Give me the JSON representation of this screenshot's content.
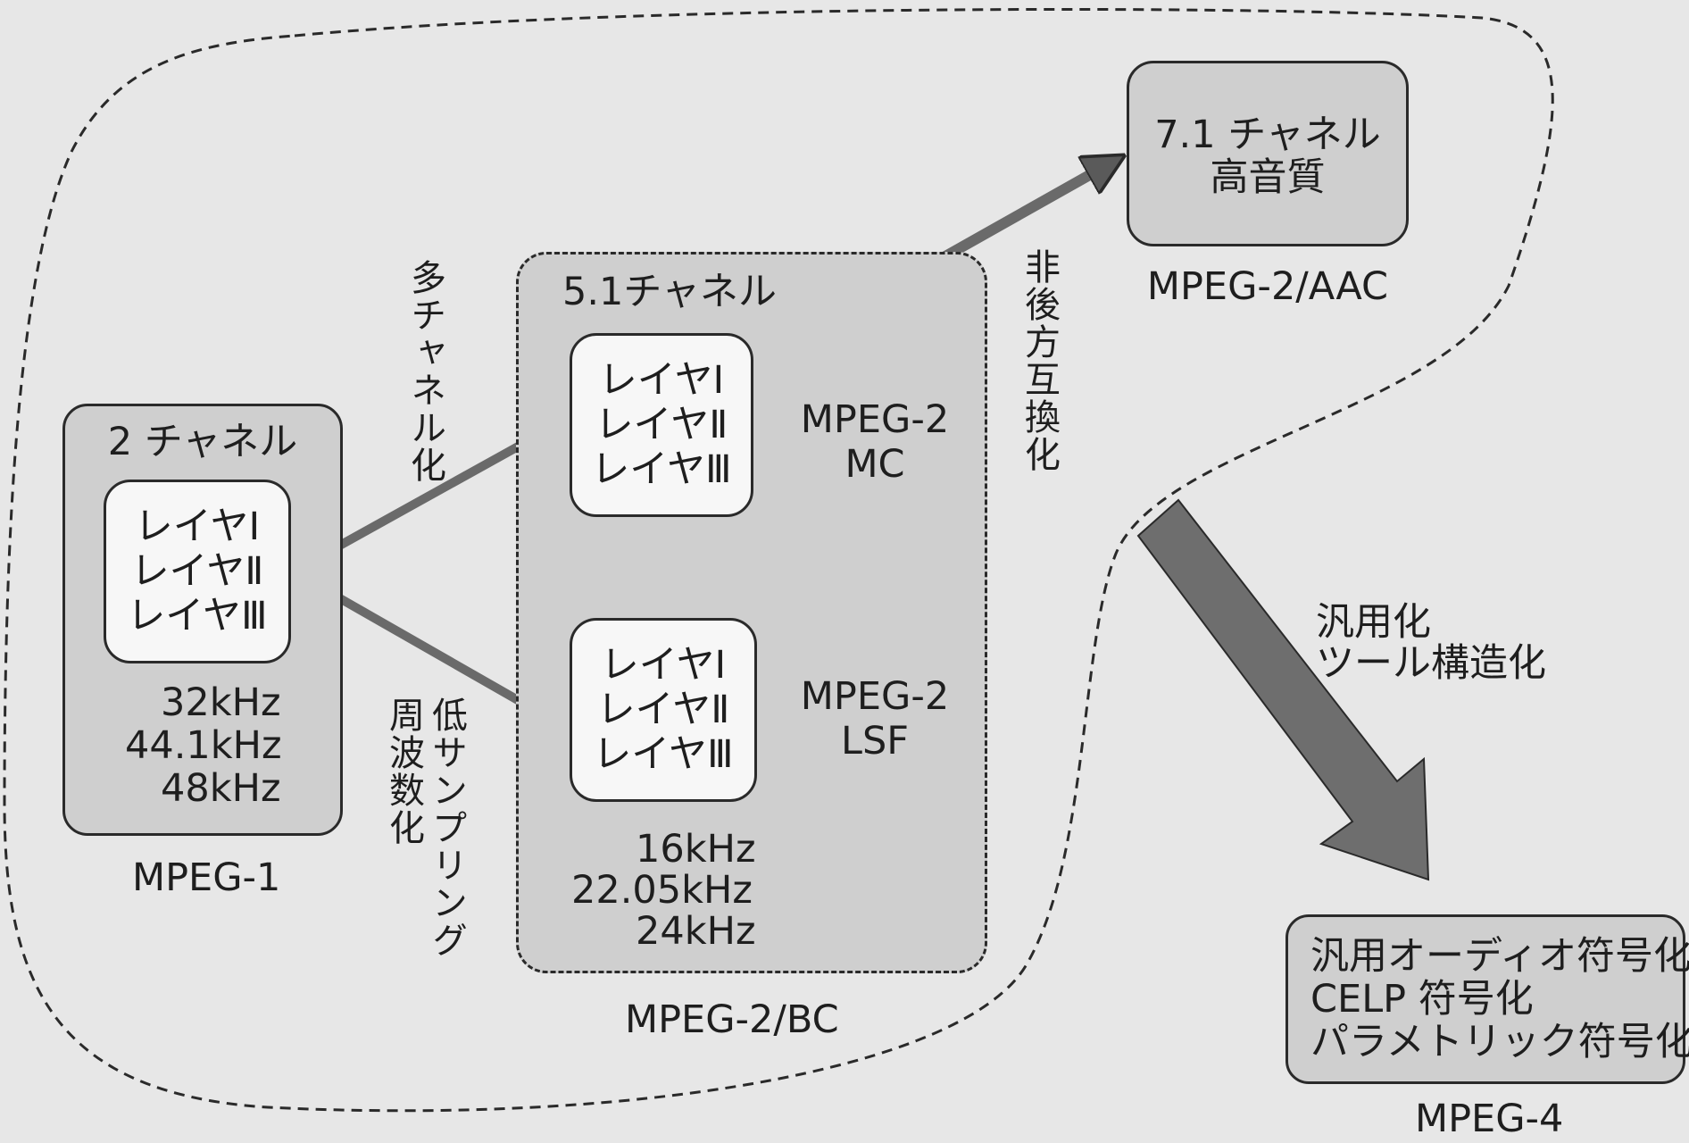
{
  "mpeg1": {
    "channel": "2 チャネル",
    "layers": [
      "レイヤⅠ",
      "レイヤⅡ",
      "レイヤⅢ"
    ],
    "rates": [
      "32kHz",
      "44.1kHz",
      "48kHz"
    ],
    "caption": "MPEG-1"
  },
  "arrow_labels": {
    "multichannel": "多チャネル化",
    "low_sampling_1": "低サンプリング",
    "low_sampling_2": "周波数化",
    "non_compat": "非後方互換化",
    "general_1": "汎用化",
    "general_2": "ツール構造化"
  },
  "mpeg2bc": {
    "channel": "5.1チャネル",
    "mc_layers": [
      "レイヤⅠ",
      "レイヤⅡ",
      "レイヤⅢ"
    ],
    "mc_label": [
      "MPEG-2",
      "MC"
    ],
    "lsf_layers": [
      "レイヤⅠ",
      "レイヤⅡ",
      "レイヤⅢ"
    ],
    "lsf_label": [
      "MPEG-2",
      "LSF"
    ],
    "rates": [
      "16kHz",
      "22.05kHz",
      "24kHz"
    ],
    "caption": "MPEG-2/BC"
  },
  "aac": {
    "lines": [
      "7.1 チャネル",
      "高音質"
    ],
    "caption": "MPEG-2/AAC"
  },
  "mpeg4": {
    "lines": [
      "汎用オーディオ符号化",
      "CELP 符号化",
      "パラメトリック符号化"
    ],
    "caption": "MPEG-4"
  }
}
